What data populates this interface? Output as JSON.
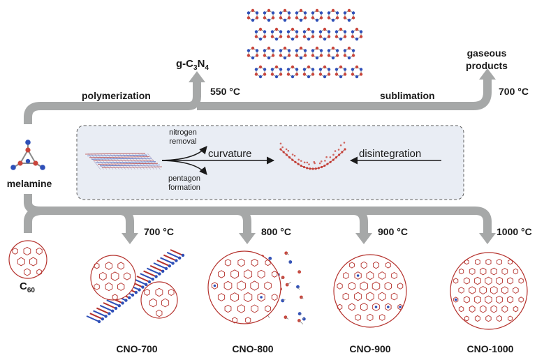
{
  "top": {
    "polymerization": "polymerization",
    "g_c3n4": {
      "a": "g-C",
      "s1": "3",
      "b": "N",
      "s2": "4"
    },
    "temp_550": "550 °C",
    "sublimation": "sublimation",
    "gaseous_products_1": "gaseous",
    "gaseous_products_2": "products",
    "temp_700_top": "700 °C"
  },
  "melamine": "melamine",
  "inset": {
    "nitrogen_removal_1": "nitrogen",
    "nitrogen_removal_2": "removal",
    "pentagon_formation_1": "pentagon",
    "pentagon_formation_2": "formation",
    "curvature": "curvature",
    "disintegration": "disintegration"
  },
  "bottom": {
    "c60": {
      "a": "C",
      "s": "60"
    },
    "temps": [
      "700 °C",
      "800 °C",
      "900 °C",
      "1000 °C"
    ],
    "products": [
      "CNO-700",
      "CNO-800",
      "CNO-900",
      "CNO-1000"
    ]
  },
  "colors": {
    "arrow": "#a6a8a8",
    "carbon_bond": "#b5322d",
    "nitrogen": "#2e4fb8",
    "node": "#c9453b",
    "inset_bg": "#e9edf4",
    "inset_border": "#5a5a5a"
  }
}
